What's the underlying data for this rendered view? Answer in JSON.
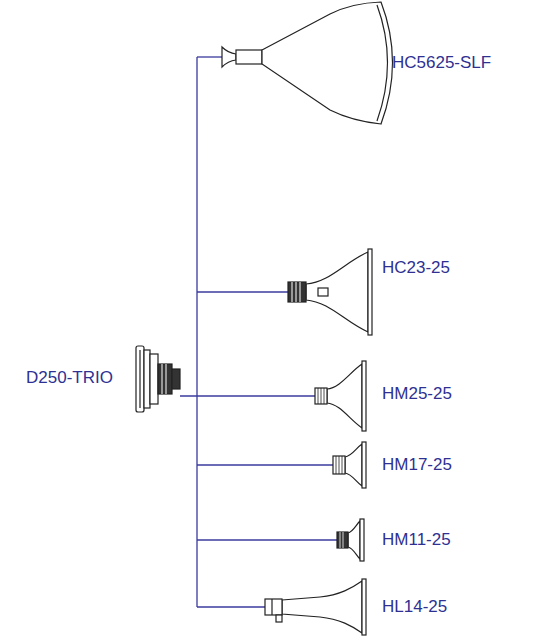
{
  "diagram": {
    "labels": [
      "HC5625-SLF",
      "HC23-25",
      "D250-TRIO",
      "HM25-25",
      "HM17-25",
      "HM11-25",
      "HL14-25"
    ]
  }
}
